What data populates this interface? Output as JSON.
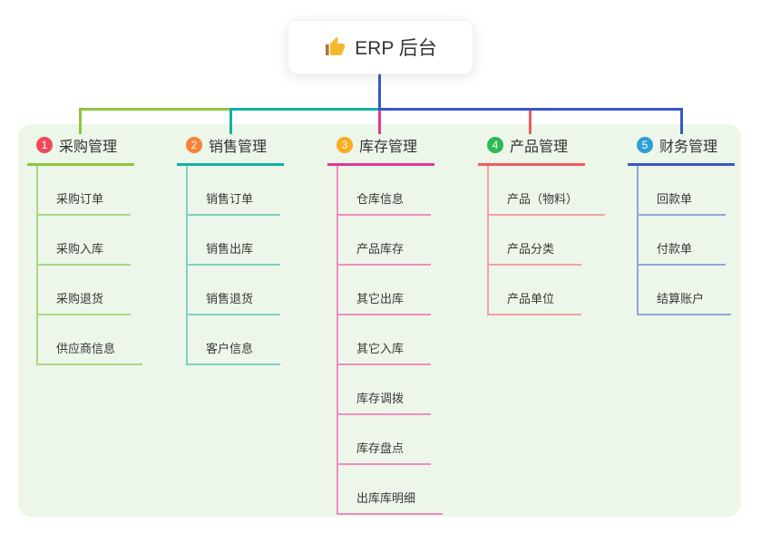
{
  "root": {
    "icon": "thumbs-up-icon",
    "title": "ERP 后台"
  },
  "canvas": {
    "background": "#ffffff",
    "panel_background": "#ecf7e9"
  },
  "branches": [
    {
      "key": "purchase",
      "num": "1",
      "title": "采购管理",
      "badge_color": "#f1485c",
      "line_color": "#8cc63f",
      "child_line_color": "#aed687",
      "children": [
        "采购订单",
        "采购入库",
        "采购退货",
        "供应商信息"
      ]
    },
    {
      "key": "sales",
      "num": "2",
      "title": "销售管理",
      "badge_color": "#f98239",
      "line_color": "#12b2a0",
      "child_line_color": "#7fd0c4",
      "children": [
        "销售订单",
        "销售出库",
        "销售退货",
        "客户信息"
      ]
    },
    {
      "key": "inventory",
      "num": "3",
      "title": "库存管理",
      "badge_color": "#fbab1d",
      "line_color": "#e23897",
      "child_line_color": "#f18cc2",
      "children": [
        "仓库信息",
        "产品库存",
        "其它出库",
        "其它入库",
        "库存调拨",
        "库存盘点",
        "出库库明细"
      ]
    },
    {
      "key": "product",
      "num": "4",
      "title": "产品管理",
      "badge_color": "#2eb954",
      "line_color": "#f05a5f",
      "child_line_color": "#f5a0a3",
      "children": [
        "产品（物料）",
        "产品分类",
        "产品单位"
      ]
    },
    {
      "key": "finance",
      "num": "5",
      "title": "财务管理",
      "badge_color": "#2d9fd6",
      "line_color": "#3a57c4",
      "child_line_color": "#91a5dc",
      "children": [
        "回款单",
        "付款单",
        "结算账户"
      ]
    }
  ]
}
